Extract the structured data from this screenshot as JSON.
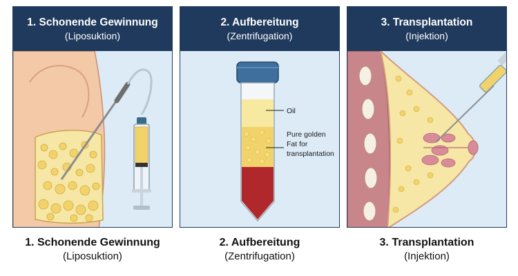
{
  "steps": [
    {
      "title": "1. Schonende Gewinnung",
      "subtitle": "(Liposuktion)"
    },
    {
      "title": "2. Aufbereitung",
      "subtitle": "(Zentrifugation)"
    },
    {
      "title": "3. Transplantation",
      "subtitle": "(Injektion)"
    }
  ],
  "tube_labels": {
    "oil": "Oil",
    "fat_line1": "Pure golden",
    "fat_line2": "Fat for",
    "fat_line3": "transplantation"
  },
  "colors": {
    "header_bg": "#1f3a5c",
    "panel_bg": "#dcebf6",
    "fat": "#f2d36b",
    "blood": "#b0282c",
    "skin": "#f3c9a8"
  }
}
